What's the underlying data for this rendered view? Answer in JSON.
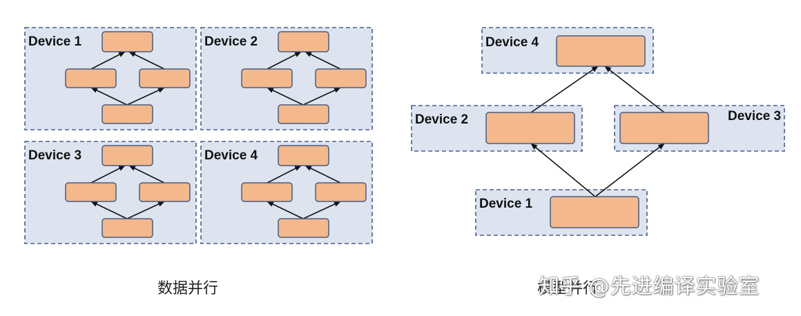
{
  "colors": {
    "panel_fill": "#dde4f0",
    "panel_border": "#4a5e88",
    "box_fill": "#f3b98c",
    "box_border": "#4a5a80",
    "arrow": "#111111"
  },
  "data_parallel": {
    "caption": "数据并行",
    "panels": [
      {
        "label": "Device 1"
      },
      {
        "label": "Device 2"
      },
      {
        "label": "Device 3"
      },
      {
        "label": "Device 4"
      }
    ]
  },
  "model_parallel": {
    "caption": "模型并行",
    "panels": [
      {
        "label": "Device 4"
      },
      {
        "label": "Device 2"
      },
      {
        "label": "Device 3"
      },
      {
        "label": "Device 1"
      }
    ]
  },
  "watermark": "知乎 @先进编译实验室"
}
